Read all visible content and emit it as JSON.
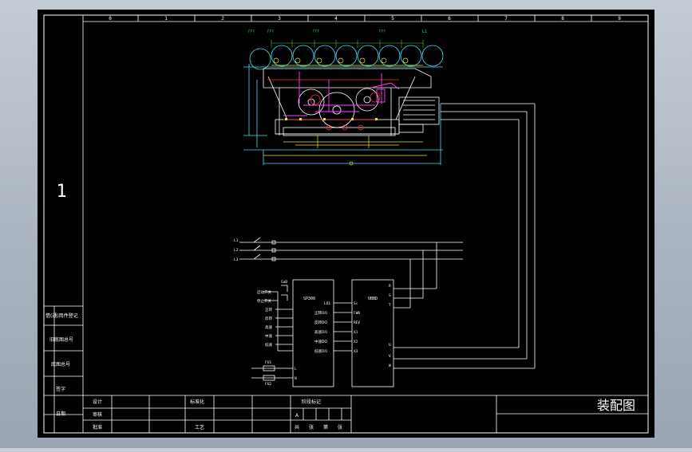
{
  "sheet": {
    "sheet_number": "1",
    "drawing_title": "装配图",
    "column_labels": [
      "0",
      "1",
      "2",
      "3",
      "4",
      "5",
      "6",
      "7",
      "8",
      "9"
    ],
    "left_block_labels": [
      "借(通)用件登记",
      "旧底图总号",
      "底图总号",
      "签字",
      "日期"
    ],
    "title_block": {
      "designer": "设计",
      "checker": "审核",
      "approver": "批准",
      "standardization": "标准化",
      "process": "工艺",
      "stage_mark_header": "阶段标记",
      "stage": "A",
      "sheets_row": [
        "共",
        "张",
        "第",
        "张"
      ]
    }
  },
  "assembly_drawing": {
    "dimension_labels": [
      "???",
      "???",
      "???",
      "???",
      "L1"
    ]
  },
  "wiring": {
    "power_lines": [
      "L1",
      "L2",
      "L3"
    ],
    "plc_label": "SP300",
    "vfd_label": "UBBD",
    "switch_label": "SaD",
    "plc_inputs": [
      "启动开关",
      "停止开关",
      "正转",
      "反转",
      "高速",
      "中速",
      "低速"
    ],
    "plc_outputs": [
      "LO1",
      "正转DO",
      "反转DO",
      "高速DO",
      "中速DO",
      "低速DO"
    ],
    "vfd_inputs": [
      "Sc",
      "FWD",
      "REV",
      "X1",
      "X2",
      "X3"
    ],
    "vfd_terminals": [
      "R",
      "S",
      "T",
      "U",
      "V",
      "W"
    ],
    "fuses": [
      "FU1",
      "FU2"
    ],
    "plc_power": [
      "L",
      "N"
    ]
  }
}
